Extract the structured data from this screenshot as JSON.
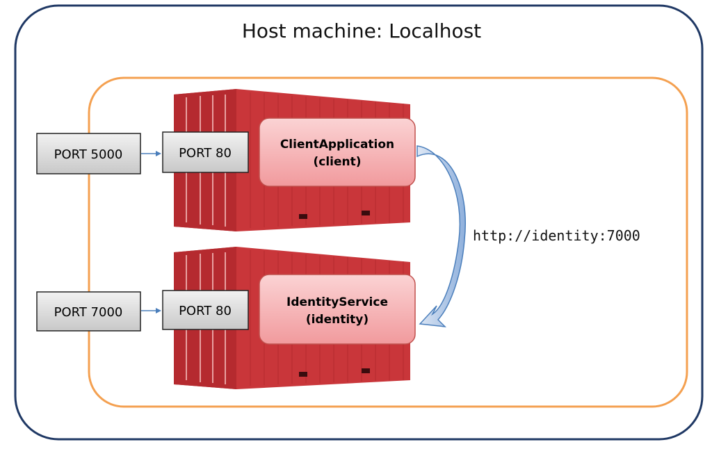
{
  "title": "Host machine: Localhost",
  "colors": {
    "host_border": "#1f3864",
    "network_border": "#f4a050",
    "container": "#c9363a",
    "service_box": "#f7b3b5",
    "port_box": "#d9d9d9",
    "arrow": "#4a7ebb"
  },
  "containers": [
    {
      "host_port": "PORT 5000",
      "container_port": "PORT 80",
      "service_name": "ClientApplication",
      "service_alias": "(client)"
    },
    {
      "host_port": "PORT 7000",
      "container_port": "PORT 80",
      "service_name": "IdentityService",
      "service_alias": "(identity)"
    }
  ],
  "connection_url": "http://identity:7000"
}
